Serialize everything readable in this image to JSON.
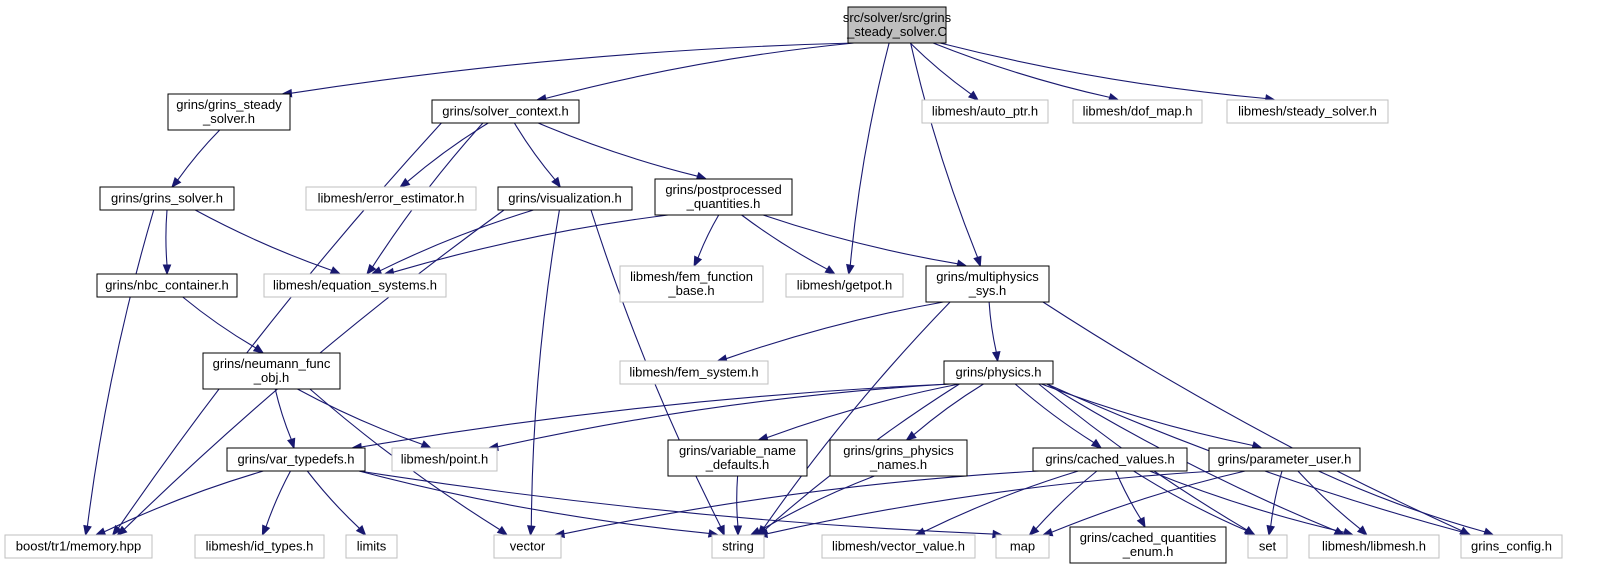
{
  "colors": {
    "edge": "#191970",
    "root_fill": "#bfbfbf",
    "external_border": "#bfbfbf",
    "node_border": "#000000"
  },
  "nodes": [
    {
      "id": "root",
      "kind": "root",
      "lines": [
        "src/solver/src/grins",
        "_steady_solver.C"
      ]
    },
    {
      "id": "steady_solver_h",
      "kind": "normal",
      "lines": [
        "grins/grins_steady",
        "_solver.h"
      ]
    },
    {
      "id": "solver_context",
      "kind": "normal",
      "lines": [
        "grins/solver_context.h"
      ]
    },
    {
      "id": "auto_ptr",
      "kind": "external",
      "lines": [
        "libmesh/auto_ptr.h"
      ]
    },
    {
      "id": "dof_map",
      "kind": "external",
      "lines": [
        "libmesh/dof_map.h"
      ]
    },
    {
      "id": "steady_solver_lm",
      "kind": "external",
      "lines": [
        "libmesh/steady_solver.h"
      ]
    },
    {
      "id": "grins_solver",
      "kind": "normal",
      "lines": [
        "grins/grins_solver.h"
      ]
    },
    {
      "id": "error_estimator",
      "kind": "external",
      "lines": [
        "libmesh/error_estimator.h"
      ]
    },
    {
      "id": "visualization",
      "kind": "normal",
      "lines": [
        "grins/visualization.h"
      ]
    },
    {
      "id": "postprocessed",
      "kind": "normal",
      "lines": [
        "grins/postprocessed",
        "_quantities.h"
      ]
    },
    {
      "id": "nbc_container",
      "kind": "normal",
      "lines": [
        "grins/nbc_container.h"
      ]
    },
    {
      "id": "equation_systems",
      "kind": "external",
      "lines": [
        "libmesh/equation_systems.h"
      ]
    },
    {
      "id": "fem_function_base",
      "kind": "external",
      "lines": [
        "libmesh/fem_function",
        "_base.h"
      ]
    },
    {
      "id": "getpot",
      "kind": "external",
      "lines": [
        "libmesh/getpot.h"
      ]
    },
    {
      "id": "multiphysics",
      "kind": "normal",
      "lines": [
        "grins/multiphysics",
        "_sys.h"
      ]
    },
    {
      "id": "neumann",
      "kind": "normal",
      "lines": [
        "grins/neumann_func",
        "_obj.h"
      ]
    },
    {
      "id": "fem_system",
      "kind": "external",
      "lines": [
        "libmesh/fem_system.h"
      ]
    },
    {
      "id": "physics",
      "kind": "normal",
      "lines": [
        "grins/physics.h"
      ]
    },
    {
      "id": "var_typedefs",
      "kind": "normal",
      "lines": [
        "grins/var_typedefs.h"
      ]
    },
    {
      "id": "point",
      "kind": "external",
      "lines": [
        "libmesh/point.h"
      ]
    },
    {
      "id": "variable_name",
      "kind": "normal",
      "lines": [
        "grins/variable_name",
        "_defaults.h"
      ]
    },
    {
      "id": "physics_names",
      "kind": "normal",
      "lines": [
        "grins/grins_physics",
        "_names.h"
      ]
    },
    {
      "id": "cached_values",
      "kind": "normal",
      "lines": [
        "grins/cached_values.h"
      ]
    },
    {
      "id": "parameter_user",
      "kind": "normal",
      "lines": [
        "grins/parameter_user.h"
      ]
    },
    {
      "id": "memory",
      "kind": "external",
      "lines": [
        "boost/tr1/memory.hpp"
      ]
    },
    {
      "id": "id_types",
      "kind": "external",
      "lines": [
        "libmesh/id_types.h"
      ]
    },
    {
      "id": "limits",
      "kind": "external",
      "lines": [
        "limits"
      ]
    },
    {
      "id": "vector",
      "kind": "external",
      "lines": [
        "vector"
      ]
    },
    {
      "id": "string",
      "kind": "external",
      "lines": [
        "string"
      ]
    },
    {
      "id": "vector_value",
      "kind": "external",
      "lines": [
        "libmesh/vector_value.h"
      ]
    },
    {
      "id": "map",
      "kind": "external",
      "lines": [
        "map"
      ]
    },
    {
      "id": "cached_quantities",
      "kind": "normal",
      "lines": [
        "grins/cached_quantities",
        "_enum.h"
      ]
    },
    {
      "id": "set",
      "kind": "external",
      "lines": [
        "set"
      ]
    },
    {
      "id": "libmesh",
      "kind": "external",
      "lines": [
        "libmesh/libmesh.h"
      ]
    },
    {
      "id": "grins_config",
      "kind": "external",
      "lines": [
        "grins_config.h"
      ]
    }
  ],
  "edges": [
    [
      "root",
      "steady_solver_h"
    ],
    [
      "root",
      "solver_context"
    ],
    [
      "root",
      "getpot"
    ],
    [
      "root",
      "auto_ptr"
    ],
    [
      "root",
      "dof_map"
    ],
    [
      "root",
      "steady_solver_lm"
    ],
    [
      "root",
      "multiphysics"
    ],
    [
      "steady_solver_h",
      "grins_solver"
    ],
    [
      "solver_context",
      "memory"
    ],
    [
      "solver_context",
      "equation_systems"
    ],
    [
      "solver_context",
      "error_estimator"
    ],
    [
      "solver_context",
      "visualization"
    ],
    [
      "solver_context",
      "postprocessed"
    ],
    [
      "grins_solver",
      "memory"
    ],
    [
      "grins_solver",
      "nbc_container"
    ],
    [
      "grins_solver",
      "equation_systems"
    ],
    [
      "visualization",
      "equation_systems"
    ],
    [
      "visualization",
      "memory"
    ],
    [
      "visualization",
      "vector"
    ],
    [
      "visualization",
      "string"
    ],
    [
      "postprocessed",
      "equation_systems"
    ],
    [
      "postprocessed",
      "fem_function_base"
    ],
    [
      "postprocessed",
      "getpot"
    ],
    [
      "postprocessed",
      "multiphysics"
    ],
    [
      "nbc_container",
      "neumann"
    ],
    [
      "neumann",
      "var_typedefs"
    ],
    [
      "neumann",
      "point"
    ],
    [
      "neumann",
      "vector"
    ],
    [
      "multiphysics",
      "fem_system"
    ],
    [
      "multiphysics",
      "physics"
    ],
    [
      "multiphysics",
      "string"
    ],
    [
      "multiphysics",
      "grins_config"
    ],
    [
      "physics",
      "var_typedefs"
    ],
    [
      "physics",
      "point"
    ],
    [
      "physics",
      "variable_name"
    ],
    [
      "physics",
      "physics_names"
    ],
    [
      "physics",
      "cached_values"
    ],
    [
      "physics",
      "parameter_user"
    ],
    [
      "physics",
      "string"
    ],
    [
      "physics",
      "set"
    ],
    [
      "physics",
      "libmesh"
    ],
    [
      "physics",
      "grins_config"
    ],
    [
      "var_typedefs",
      "memory"
    ],
    [
      "var_typedefs",
      "id_types"
    ],
    [
      "var_typedefs",
      "limits"
    ],
    [
      "var_typedefs",
      "string"
    ],
    [
      "var_typedefs",
      "map"
    ],
    [
      "variable_name",
      "string"
    ],
    [
      "physics_names",
      "string"
    ],
    [
      "cached_values",
      "vector"
    ],
    [
      "cached_values",
      "vector_value"
    ],
    [
      "cached_values",
      "map"
    ],
    [
      "cached_values",
      "cached_quantities"
    ],
    [
      "cached_values",
      "set"
    ],
    [
      "cached_values",
      "libmesh"
    ],
    [
      "parameter_user",
      "string"
    ],
    [
      "parameter_user",
      "map"
    ],
    [
      "parameter_user",
      "set"
    ],
    [
      "parameter_user",
      "libmesh"
    ],
    [
      "parameter_user",
      "grins_config"
    ]
  ]
}
